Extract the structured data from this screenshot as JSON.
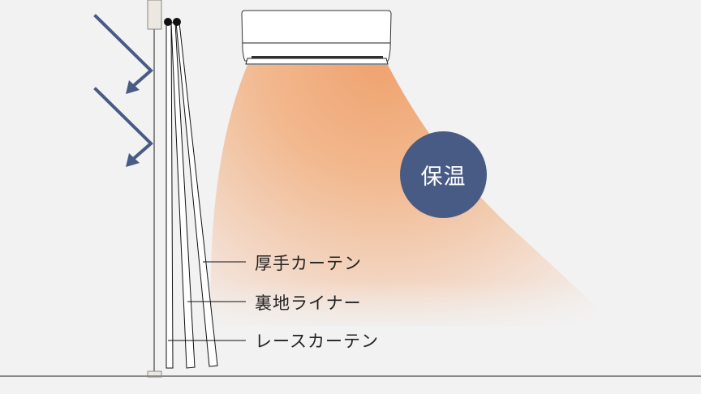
{
  "labels": {
    "thick_curtain": "厚手カーテン",
    "lining": "裏地ライナー",
    "lace_curtain": "レースカーテン"
  },
  "badge": {
    "text": "保温",
    "color": "#485b85"
  },
  "colors": {
    "background": "#f2f2f2",
    "warm_air": "#f0a875",
    "arrow": "#485b85",
    "floor": "#888888"
  }
}
